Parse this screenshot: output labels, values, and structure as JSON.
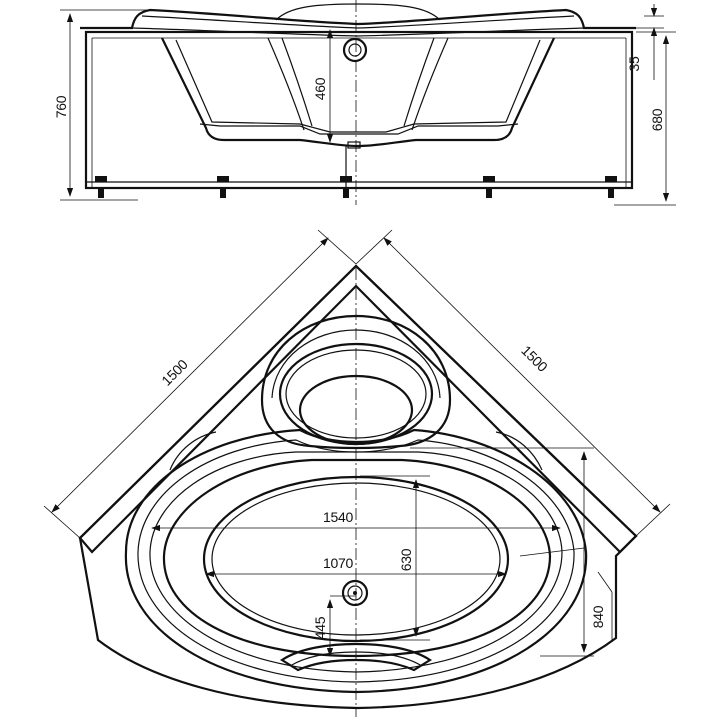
{
  "drawing": {
    "side_view": {
      "dimensions": {
        "total_height": "760",
        "panel_height": "680",
        "rim_height": "35",
        "bowl_depth": "460"
      }
    },
    "top_view": {
      "dimensions": {
        "side_left": "1500",
        "side_right": "1500",
        "inner_length": "1540",
        "bowl_length": "1070",
        "bowl_width": "630",
        "drain_offset": "445",
        "rim_width": "840"
      }
    }
  }
}
